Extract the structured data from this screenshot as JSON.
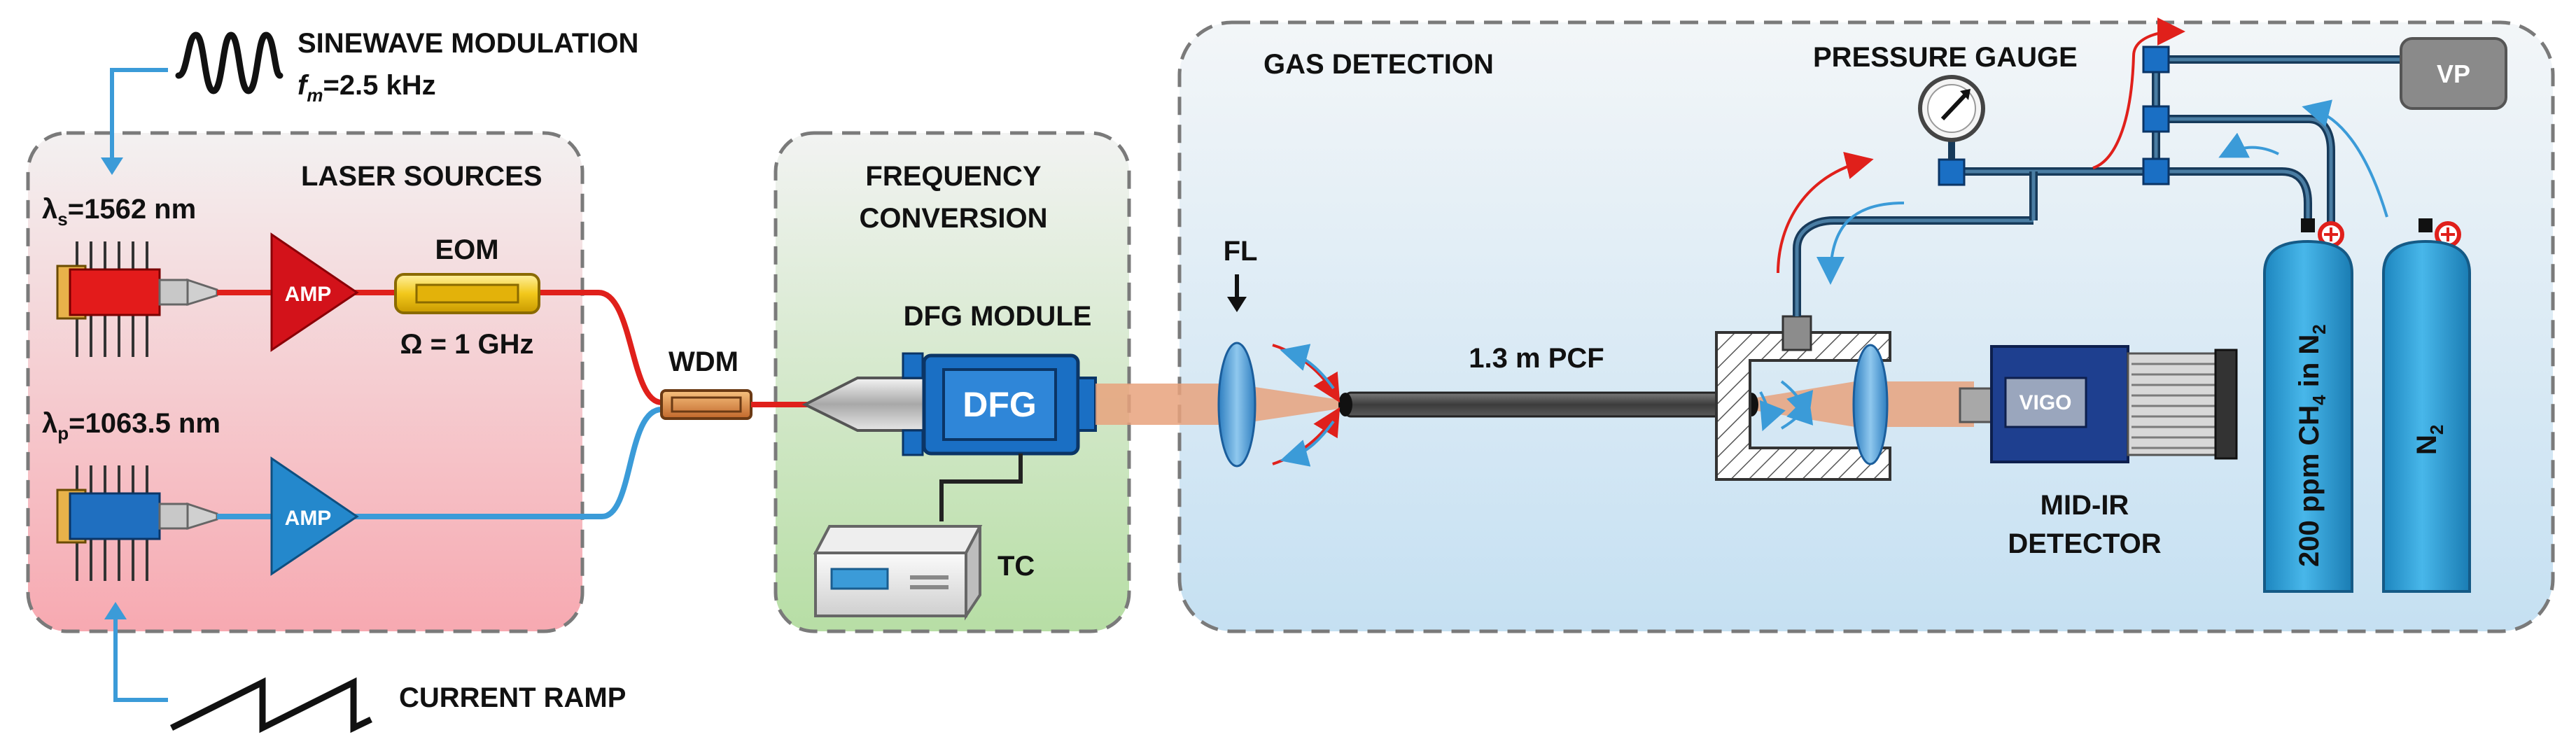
{
  "colors": {
    "red_fiber": "#e0201b",
    "blue_fiber": "#3b9bd8",
    "laser_source_bg": "#f6b9be",
    "conversion_bg": "#c5e3b4",
    "gas_bg": "#d6e9f5",
    "cylinder": "#2ea3dc",
    "dfg_blue": "#1a6fc4",
    "beam": "#e7a27d"
  },
  "labels": {
    "sinewave_modulation": "SINEWAVE MODULATION",
    "fm_symbol": "f",
    "fm_subscript": "m",
    "fm_value": "=2.5 kHz",
    "laser_sources": "LASER SOURCES",
    "lambda_s_symbol": "λ",
    "lambda_s_sub": "s",
    "lambda_s_value": "=1562 nm",
    "lambda_p_symbol": "λ",
    "lambda_p_sub": "p",
    "lambda_p_value": "=1063.5 nm",
    "amp_top": "AMP",
    "amp_bottom": "AMP",
    "eom": "EOM",
    "omega": "Ω = 1 GHz",
    "wdm": "WDM",
    "frequency_conversion_line1": "FREQUENCY",
    "frequency_conversion_line2": "CONVERSION",
    "dfg_module": "DFG MODULE",
    "dfg": "DFG",
    "tc": "TC",
    "current_ramp": "CURRENT RAMP",
    "gas_detection": "GAS DETECTION",
    "pressure_gauge": "PRESSURE GAUGE",
    "fl": "FL",
    "pcf": "1.3 m PCF",
    "vigo": "VIGO",
    "mid_ir_line1": "MID-IR",
    "mid_ir_line2": "DETECTOR",
    "vp": "VP",
    "ch4_prefix": "200 ppm CH",
    "ch4_sub": "4",
    "ch4_suffix": " in N",
    "ch4_sub2": "2",
    "n2_prefix": "N",
    "n2_sub": "2"
  }
}
